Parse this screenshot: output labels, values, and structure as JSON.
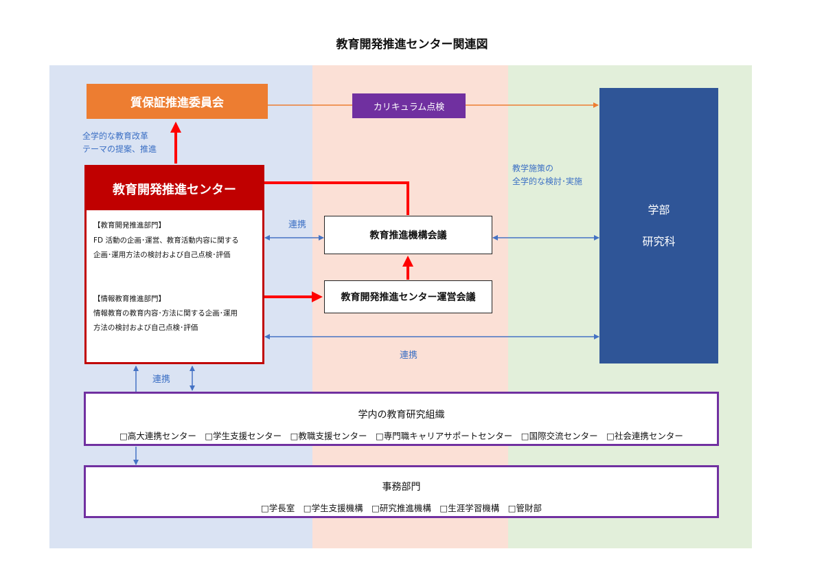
{
  "title": "教育開発推進センター関連図",
  "colors": {
    "bg_left": "#dae3f3",
    "bg_middle": "#fbe0d6",
    "bg_right": "#e2efda",
    "orange": "#ed7d31",
    "purple": "#7030a0",
    "dark_red": "#c00000",
    "navy": "#2f5597",
    "arrow_blue": "#4472c4",
    "arrow_red": "#ff0000"
  },
  "qa_committee": "質保証推進委員会",
  "curriculum_check": "カリキュラム点検",
  "proposal_label": [
    "全学的な教育改革",
    "テーマの提案、推進"
  ],
  "measures_label": [
    "教学施策の",
    "全学的な検討･実施"
  ],
  "center": {
    "title": "教育開発推進センター",
    "dept1_title": "【教育開発推進部門】",
    "dept1_lines": [
      "FD 活動の企画･運営、教育活動内容に関する",
      "企画･運用方法の検討および自己点検･評価"
    ],
    "dept2_title": "【情報教育推進部門】",
    "dept2_lines": [
      "情報教育の教育内容･方法に関する企画･運用",
      "方法の検討および自己点検･評価"
    ]
  },
  "edu_council": "教育推進機構会議",
  "mgmt_council": "教育開発推進センター運営会議",
  "faculty": [
    "学部",
    "研究科"
  ],
  "cooperation": "連携",
  "research_org": {
    "title": "学内の教育研究組織",
    "items": "□高大連携センター　□学生支援センター　□教職支援センター　□専門職キャリアサポートセンター　□国際交流センター　□社会連携センター"
  },
  "admin": {
    "title": "事務部門",
    "items": "□学長室　□学生支援機構　□研究推進機構　□生涯学習機構　□管財部"
  }
}
